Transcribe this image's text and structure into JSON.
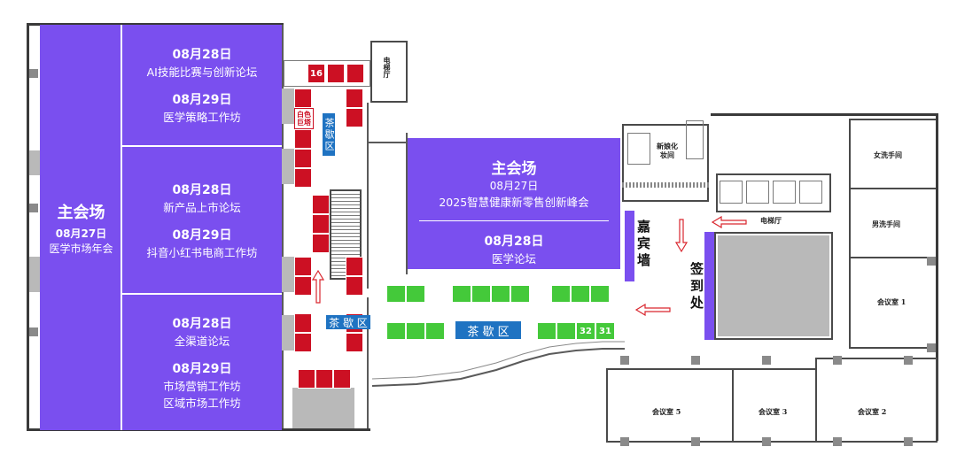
{
  "halls": {
    "left": {
      "title": "主会场",
      "date": "08月27日",
      "name": "医学市场年会"
    },
    "mid1": {
      "date_a": "08月28日",
      "name_a": "AI技能比赛与创新论坛",
      "date_b": "08月29日",
      "name_b": "医学策略工作坊"
    },
    "mid2": {
      "date_a": "08月28日",
      "name_a": "新产品上市论坛",
      "date_b": "08月29日",
      "name_b": "抖音小红书电商工作坊"
    },
    "mid3": {
      "date_a": "08月28日",
      "name_a": "全渠道论坛",
      "date_b": "08月29日",
      "name_b1": "市场营销工作坊",
      "name_b2": "区域市场工作坊"
    },
    "main": {
      "title": "主会场",
      "date_a": "08月27日",
      "name_a": "2025智慧健康新零售创新峰会",
      "date_b": "08月28日",
      "name_b": "医学论坛"
    }
  },
  "labels": {
    "guest_wall": "嘉宾墙",
    "sign_in": "签到处",
    "tea_vertical": "茶歇区",
    "tea_mid": "茶 歇 区",
    "tea_main": "茶 歇 区",
    "white_booth": "白色巨塔",
    "booth_16": "16",
    "booth_32": "32",
    "booth_31": "31",
    "elevator_top": "电梯厅",
    "elevator_right": "电梯厅",
    "bridal_room": "新娘化妆间",
    "womens_room": "女洗手间",
    "mens_room": "男洗手间",
    "meeting1": "会议室 1",
    "meeting2": "会议室 2",
    "meeting3": "会议室 3",
    "meeting5": "会议室 5"
  },
  "colors": {
    "hall": "#7a4fef",
    "booth_red": "#cc1023",
    "booth_green": "#44c93a",
    "tea": "#1f73c2",
    "arrow": "#d9262e"
  }
}
